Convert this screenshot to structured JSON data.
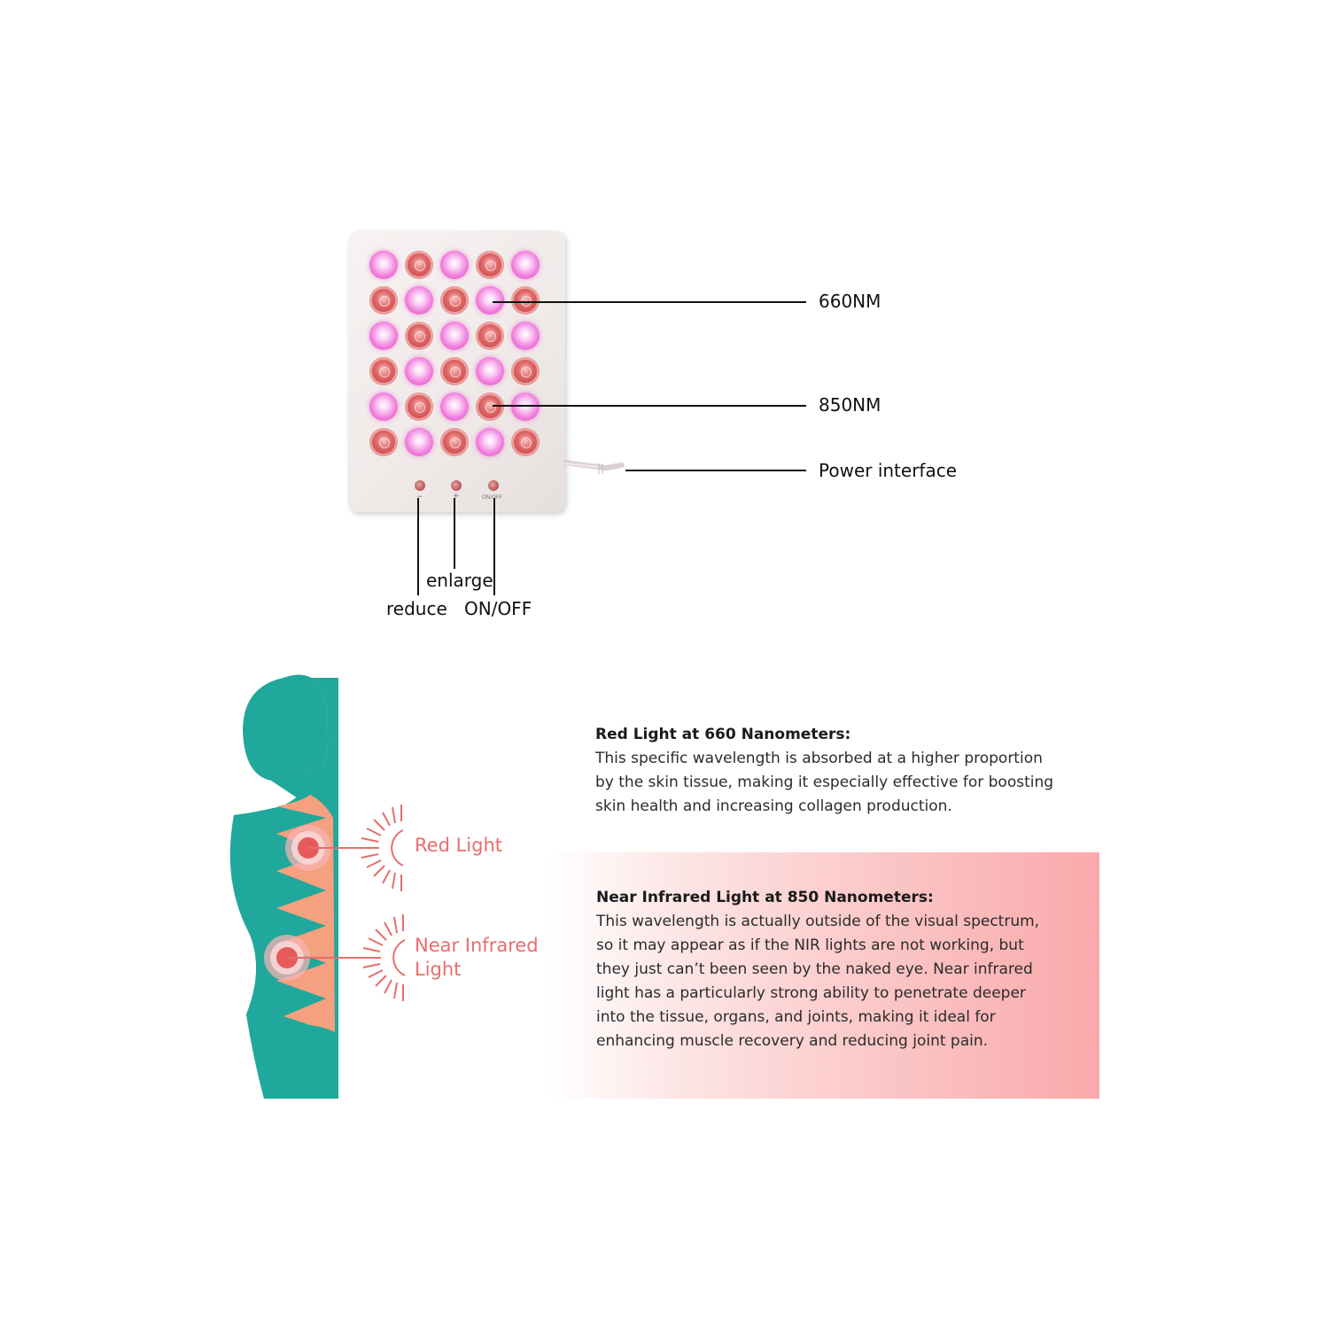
{
  "device": {
    "callouts": {
      "wavelength_660": "660NM",
      "wavelength_850": "850NM",
      "power": "Power interface",
      "enlarge": "enlarge",
      "reduce": "reduce",
      "on_off": "ON/OFF"
    },
    "buttons": {
      "minus": "−",
      "plus": "+",
      "on_off_small": "ON/OFF"
    }
  },
  "body_diagram": {
    "red_label": "Red Light",
    "nir_label_line1": "Near Infrared",
    "nir_label_line2": "Light"
  },
  "info": {
    "red": {
      "heading": "Red Light at 660 Nanometers:",
      "lines": [
        "This specific wavelength is absorbed at a higher proportion",
        "by the skin tissue, making it especially effective for boosting",
        "skin health and increasing collagen production."
      ]
    },
    "nir": {
      "heading": "Near Infrared Light at 850 Nanometers:",
      "lines": [
        "This wavelength is actually outside of the visual spectrum,",
        "so it may appear as if the NIR lights are not working, but",
        "they just can’t been seen by the naked eye. Near infrared",
        "light has a particularly strong ability to penetrate deeper",
        "into the tissue, organs, and joints, making it ideal for",
        "enhancing muscle recovery and reducing joint pain."
      ]
    }
  },
  "colors": {
    "body_teal": "#1fa89b",
    "body_tissue": "#f5a07e",
    "accent_red": "#e86d6d"
  }
}
